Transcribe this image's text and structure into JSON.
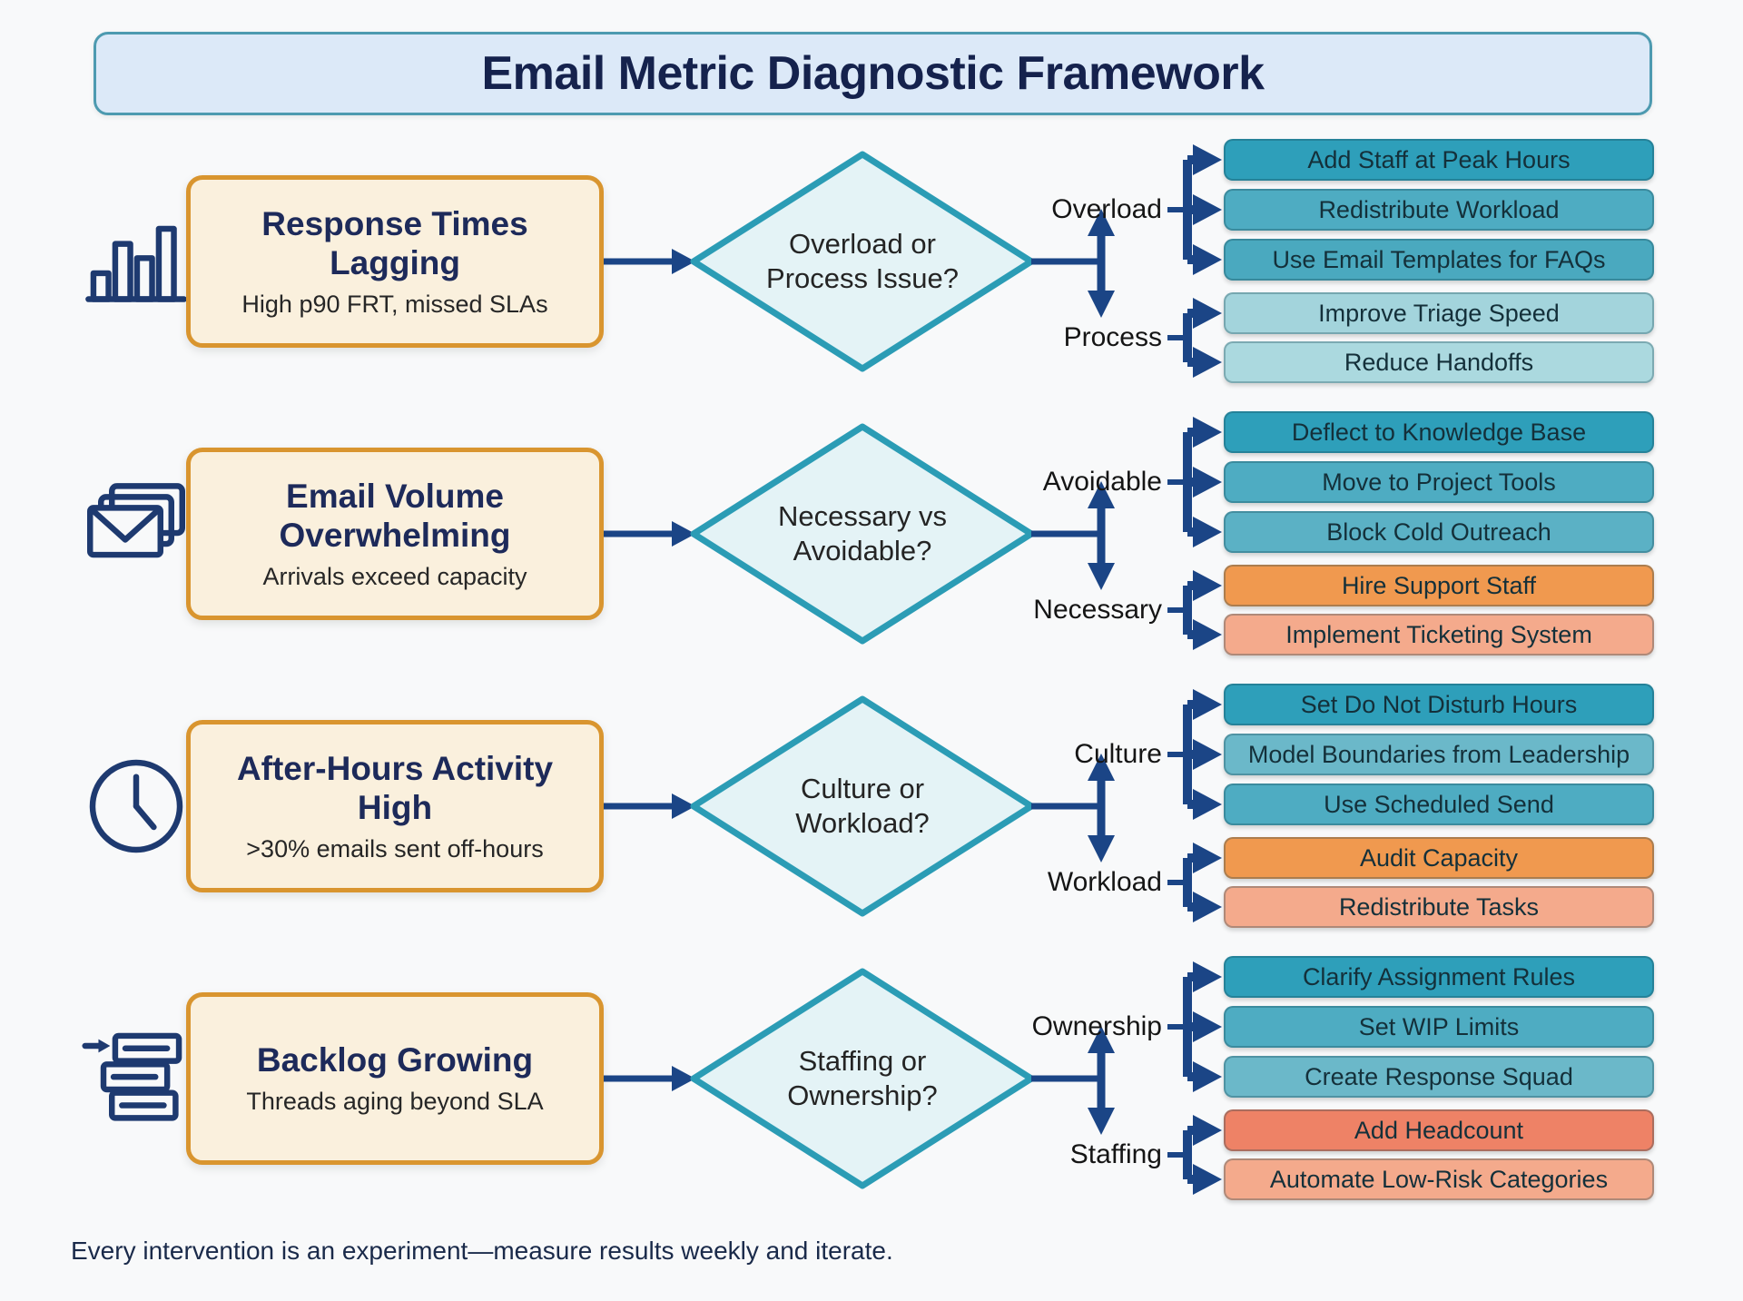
{
  "title": "Email Metric Diagnostic Framework",
  "footer": "Every intervention is an experiment—measure results weekly and iterate.",
  "palette": {
    "background": "#F8F9FA",
    "title_box_bg": "#DCE9F8",
    "title_box_border": "#4D9AB0",
    "title_text": "#15224D",
    "problem_box_bg": "#FAF0DD",
    "problem_box_border": "#D9952F",
    "problem_title_text": "#1D2A5A",
    "diamond_fill": "#E4F3F6",
    "diamond_border": "#2B9CB5",
    "connector_navy": "#1B4586",
    "action_text": "#14303A"
  },
  "rows": [
    {
      "icon": "bar-chart-icon",
      "problem": {
        "title": "Response Times Lagging",
        "subtitle": "High p90 FRT, missed SLAs"
      },
      "decision": {
        "line1": "Overload or",
        "line2": "Process Issue?"
      },
      "branch_top": {
        "label": "Overload",
        "actions": [
          {
            "label": "Add Staff at Peak Hours",
            "color": "#2E9FBA"
          },
          {
            "label": "Redistribute Workload",
            "color": "#4EACC2"
          },
          {
            "label": "Use Email Templates for FAQs",
            "color": "#4AA9BF"
          }
        ]
      },
      "branch_bottom": {
        "label": "Process",
        "actions": [
          {
            "label": "Improve Triage Speed",
            "color": "#A3D4DC"
          },
          {
            "label": "Reduce Handoffs",
            "color": "#ABD9DF"
          }
        ]
      }
    },
    {
      "icon": "envelopes-icon",
      "problem": {
        "title": "Email Volume Overwhelming",
        "subtitle": "Arrivals exceed capacity"
      },
      "decision": {
        "line1": "Necessary vs",
        "line2": "Avoidable?"
      },
      "branch_top": {
        "label": "Avoidable",
        "actions": [
          {
            "label": "Deflect to Knowledge Base",
            "color": "#2E9FBA"
          },
          {
            "label": "Move to Project Tools",
            "color": "#4EACC2"
          },
          {
            "label": "Block Cold Outreach",
            "color": "#5BB1C5"
          }
        ]
      },
      "branch_bottom": {
        "label": "Necessary",
        "actions": [
          {
            "label": "Hire Support Staff",
            "color": "#F0994F"
          },
          {
            "label": "Implement Ticketing System",
            "color": "#F4AA8C"
          }
        ]
      }
    },
    {
      "icon": "clock-icon",
      "problem": {
        "title": "After-Hours Activity High",
        "subtitle": ">30% emails sent off-hours"
      },
      "decision": {
        "line1": "Culture or",
        "line2": "Workload?"
      },
      "branch_top": {
        "label": "Culture",
        "actions": [
          {
            "label": "Set Do Not Disturb Hours",
            "color": "#2E9FBA"
          },
          {
            "label": "Model Boundaries from Leadership",
            "color": "#6BB8C9"
          },
          {
            "label": "Use Scheduled Send",
            "color": "#4EACC2"
          }
        ]
      },
      "branch_bottom": {
        "label": "Workload",
        "actions": [
          {
            "label": "Audit Capacity",
            "color": "#F0994F"
          },
          {
            "label": "Redistribute Tasks",
            "color": "#F4AA8C"
          }
        ]
      }
    },
    {
      "icon": "backlog-stack-icon",
      "problem": {
        "title": "Backlog Growing",
        "subtitle": "Threads aging beyond SLA"
      },
      "decision": {
        "line1": "Staffing or",
        "line2": "Ownership?"
      },
      "branch_top": {
        "label": "Ownership",
        "actions": [
          {
            "label": "Clarify Assignment Rules",
            "color": "#2E9FBA"
          },
          {
            "label": "Set WIP Limits",
            "color": "#4EACC2"
          },
          {
            "label": "Create Response Squad",
            "color": "#6BB8C9"
          }
        ]
      },
      "branch_bottom": {
        "label": "Staffing",
        "actions": [
          {
            "label": "Add Headcount",
            "color": "#EE8266"
          },
          {
            "label": "Automate Low-Risk Categories",
            "color": "#F4AA8C"
          }
        ]
      }
    }
  ]
}
